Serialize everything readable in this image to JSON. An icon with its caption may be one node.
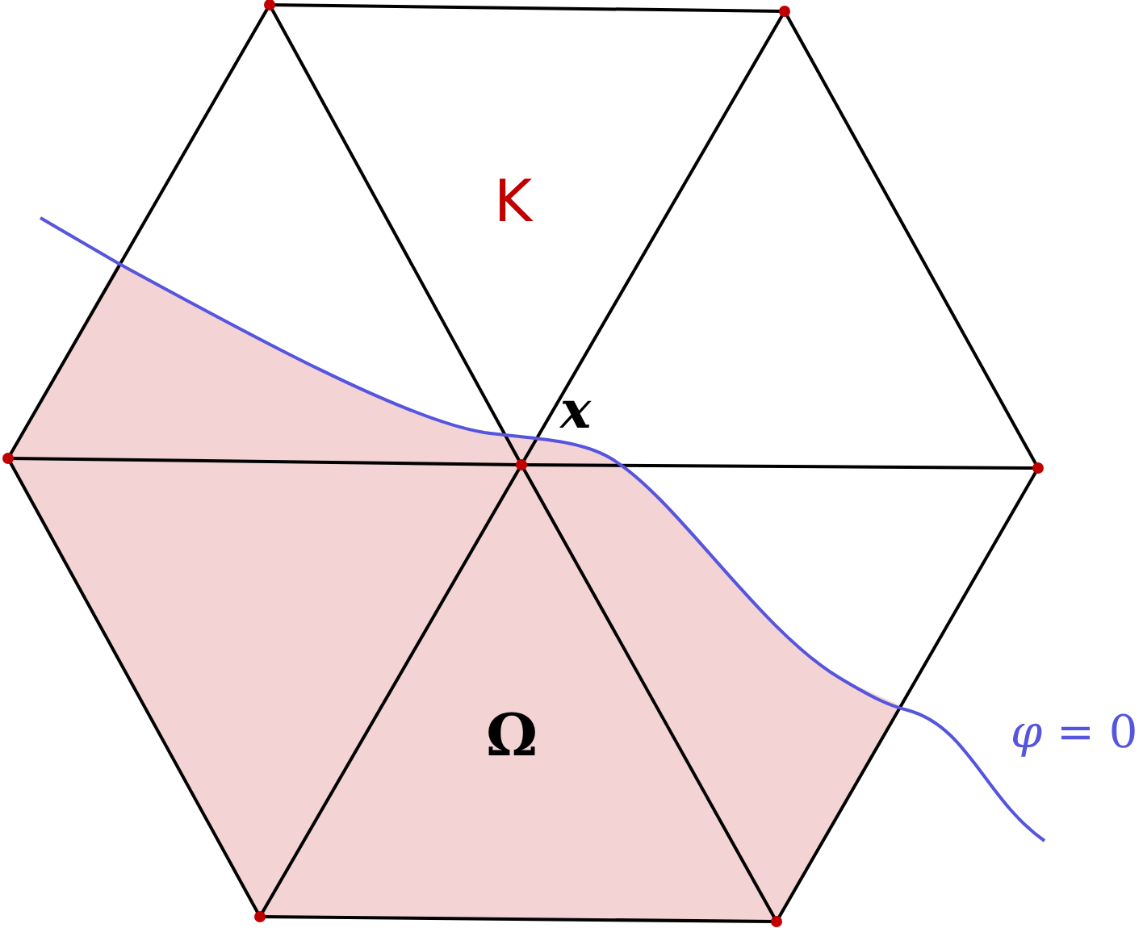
{
  "diagram": {
    "labels": [
      "K",
      "x",
      "Ω",
      "*φ* = 0"
    ]
  }
}
